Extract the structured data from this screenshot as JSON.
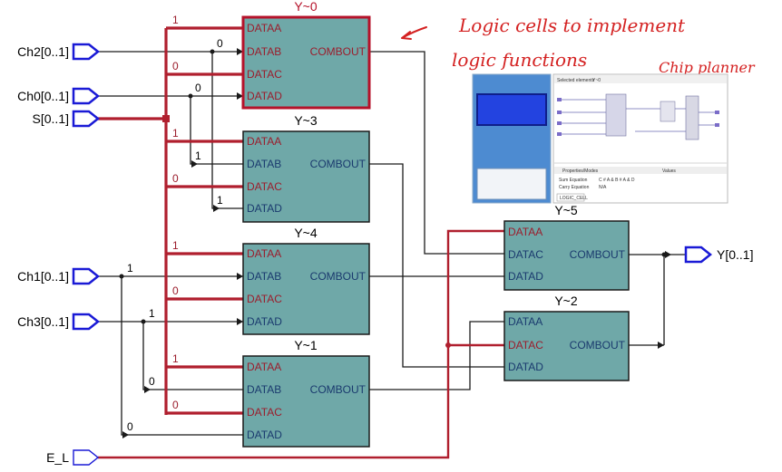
{
  "input_pins": [
    {
      "id": "ch2",
      "label": "Ch2[0..1]"
    },
    {
      "id": "ch0",
      "label": "Ch0[0..1]"
    },
    {
      "id": "s",
      "label": "S[0..1]"
    },
    {
      "id": "ch1",
      "label": "Ch1[0..1]"
    },
    {
      "id": "ch3",
      "label": "Ch3[0..1]"
    },
    {
      "id": "el",
      "label": "E_L"
    }
  ],
  "output_pin": {
    "label": "Y[0..1]"
  },
  "cells": {
    "y0": {
      "name": "Y~0",
      "ports": [
        "DATAA",
        "DATAB",
        "DATAC",
        "DATAD"
      ],
      "out": "COMBOUT"
    },
    "y3": {
      "name": "Y~3",
      "ports": [
        "DATAA",
        "DATAB",
        "DATAC",
        "DATAD"
      ],
      "out": "COMBOUT"
    },
    "y4": {
      "name": "Y~4",
      "ports": [
        "DATAA",
        "DATAB",
        "DATAC",
        "DATAD"
      ],
      "out": "COMBOUT"
    },
    "y1": {
      "name": "Y~1",
      "ports": [
        "DATAA",
        "DATAB",
        "DATAC",
        "DATAD"
      ],
      "out": "COMBOUT"
    },
    "y5": {
      "name": "Y~5",
      "ports": [
        "DATAA",
        "DATAC",
        "DATAD"
      ],
      "out": "COMBOUT"
    },
    "y2": {
      "name": "Y~2",
      "ports": [
        "DATAA",
        "DATAC",
        "DATAD"
      ],
      "out": "COMBOUT"
    }
  },
  "bit_labels": {
    "y0_a": "1",
    "y0_b": "0",
    "y0_c": "0",
    "y0_d": "0",
    "y3_a": "1",
    "y3_b": "1",
    "y3_c": "0",
    "y3_d": "1",
    "y4_a": "1",
    "y4_b": "1",
    "y4_c": "0",
    "y4_d": "1",
    "y1_a": "1",
    "y1_b": "0",
    "y1_c": "0",
    "y1_d": "0"
  },
  "annotations": {
    "line1": "Logic cells to implement",
    "line2": "logic functions",
    "chip": "Chip planner"
  },
  "chip_planner": {
    "header": "Selected elements",
    "header_value": "Y~0",
    "table_header": [
      "Properties/Modes",
      "Values"
    ],
    "rows": [
      [
        "Sum Equation",
        "C # A & B # A & D"
      ],
      [
        "Carry Equation",
        "N/A"
      ]
    ],
    "tab": "LOGIC_CELL"
  },
  "colors": {
    "cell_fill": "#6fa8a8",
    "cell_border": "#1a1a1a",
    "highlight_border": "#b5122a",
    "bus_red": "#b01f2e",
    "pin_blue": "#1a1ad6",
    "annotation_red": "#d42121"
  }
}
